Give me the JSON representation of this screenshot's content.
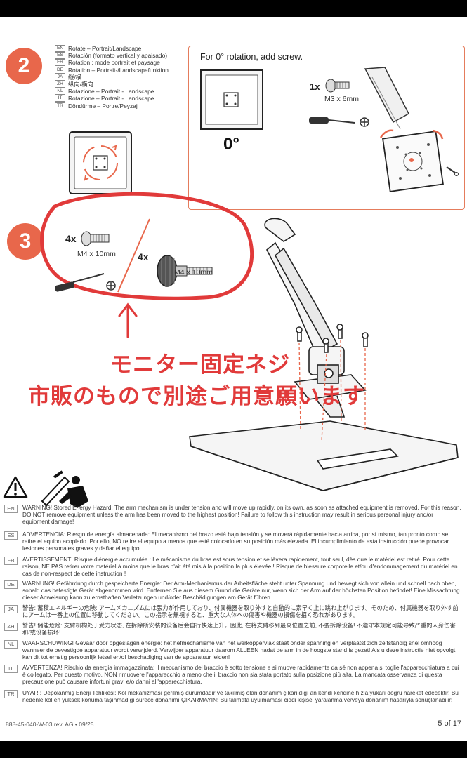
{
  "step2": {
    "number": "2",
    "languages": [
      {
        "code": "EN",
        "text": "Rotate – Portrait/Landscape"
      },
      {
        "code": "ES",
        "text": "Rotación (formato vertical y apaisado)"
      },
      {
        "code": "FR",
        "text": "Rotation : mode portrait et paysage"
      },
      {
        "code": "DE",
        "text": "Rotation – Portrait-/Landscapefunktion"
      },
      {
        "code": "JA",
        "text": "縦/横"
      },
      {
        "code": "ZH",
        "text": "纵向/横向"
      },
      {
        "code": "NL",
        "text": "Rotazione – Portrait - Landscape"
      },
      {
        "code": "IT",
        "text": "Rotazione – Portrait - Landscape"
      },
      {
        "code": "TR",
        "text": "Döndürme – Portre/Peyzaj"
      }
    ],
    "rotation_title": "For 0° rotation, add screw.",
    "zero_label": "0°",
    "screw_qty": "1x",
    "screw_spec": "M3 x 6mm"
  },
  "step3": {
    "number": "3",
    "screw_a_qty": "4x",
    "screw_a_spec": "M4 x 10mm",
    "screw_b_qty": "4x",
    "screw_b_spec": "M4 x 10mm"
  },
  "annotation": {
    "line1": "モニター固定ネジ",
    "line2": "市販のもので別途ご用意願います",
    "color": "#e13a3a",
    "arrow": "↑"
  },
  "warnings": [
    {
      "code": "EN",
      "text": "WARNING! Stored Energy Hazard: The arm mechanism is under tension and will move up rapidly, on its own, as soon as attached equipment is removed. For this reason, DO NOT remove equipment unless the arm has been moved to the highest position! Failure to follow this instruction may result in serious personal injury and/or equipment damage!"
    },
    {
      "code": "ES",
      "text": "ADVERTENCIA: Riesgo de energía almacenada: El mecanismo del brazo está bajo tensión y se moverá rápidamente hacia arriba, por sí mismo, tan pronto como se retire el equipo acoplado. Por ello, NO retire el equipo a menos que esté colocado en su posición más elevada. El incumplimiento de esta instrucción puede provocar lesiones personales graves y dañar el equipo."
    },
    {
      "code": "FR",
      "text": "AVERTISSEMENT! Risque d'énergie accumulée : Le mécanisme du bras est sous tension et se lèvera rapidement, tout seul, dès que le matériel est retiré. Pour cette raison, NE PAS retirer votre matériel à moins que le bras n'ait été mis à la position la plus élevée ! Risque de blessure corporelle et/ou d'endommagement du matériel en cas de non-respect de cette instruction !"
    },
    {
      "code": "DE",
      "text": "WARNUNG! Gefährdung durch gespeicherte Energie: Der Arm-Mechanismus der Arbeitsfläche steht unter Spannung und bewegt sich von allein und schnell nach oben, sobald das befestigte Gerät abgenommen wird. Entfernen Sie aus diesem Grund die Geräte nur, wenn sich der Arm auf der höchsten Position befindet! Eine Missachtung dieser Anweisung kann zu ernsthaften Verletzungen und/oder Beschädigungen am Gerät führen."
    },
    {
      "code": "JA",
      "text": "警告: 蓄積エネルギーの危険: アームメカニズムには張力が作用しており、付属機器を取り外すと自動的に素早く上に跳ね上がります。そのため、付属機器を取り外す前にアームは一番上の位置に移動してください。この指示を無視すると、重大な人体への傷害や機器の損傷を招く恐れがあります。"
    },
    {
      "code": "ZH",
      "text": "警告! 储能危险: 支臂机构处于受力状态, 在拆除所安装的设备后会自行快速上升。因此, 在将支臂移到最高位置之前, 不要拆除设备! 不遵守本规定可能导致严重的人身伤害和/或设备损坏!"
    },
    {
      "code": "NL",
      "text": "WAARSCHUWING! Gevaar door opgeslagen energie: het hefmechanisme van het werkoppervlak staat onder spanning en verplaatst zich zelfstandig snel omhoog wanneer de bevestigde apparatuur wordt verwijderd. Verwijder apparatuur daarom ALLEEN nadat de arm in de hoogste stand is gezet! Als u deze instructie niet opvolgt, kan dit tot ernstig persoonlijk letsel en/of beschadiging van de apparatuur leiden!"
    },
    {
      "code": "IT",
      "text": "AVVERTENZA! Rischio da energia immagazzinata: il meccanismo del braccio è sotto tensione e si muove rapidamente da sé non appena si toglie l'apparecchiatura a cui è collegato. Per questo motivo, NON rimuovere l'apparecchio a meno che il braccio non sia stata portato sulla posizione più alta. La mancata osservanza di questa precauzione può causare infortuni gravi e/o danni all'apparecchiatura."
    },
    {
      "code": "TR",
      "text": "UYARI: Depolanmış Enerji Tehlikesi: Kol mekanizması gerilmiş durumdadır ve takılmış olan donanım çıkarıldığı an kendi kendine hızla yukarı doğru hareket edecektir. Bu nedenle kol en yüksek konuma taşınmadığı sürece donanımı ÇIKARMAYIN! Bu talimata uyulmaması ciddi kişisel yaralanma ve/veya donanım hasarıyla sonuçlanabilir!"
    }
  ],
  "footer": {
    "doc_id": "888-45-040-W-03 rev. AG • 09/25",
    "page": "5 of 17"
  }
}
